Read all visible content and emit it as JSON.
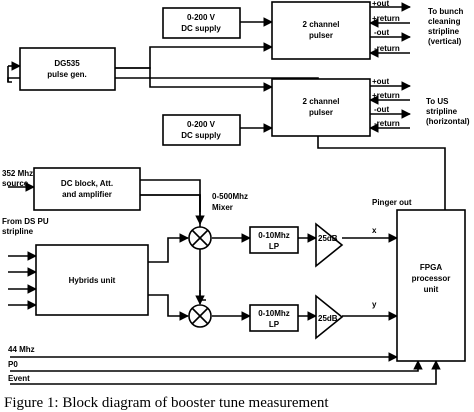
{
  "blocks": {
    "supply_top": [
      "0-200 V",
      "DC supply"
    ],
    "pulser_top": [
      "2 channel",
      "pulser"
    ],
    "pulse_gen": [
      "DG535",
      "pulse gen."
    ],
    "pulser_bottom": [
      "2 channel",
      "pulser"
    ],
    "supply_bottom": [
      "0-200 V",
      "DC supply"
    ],
    "dc_block": [
      "DC block, Att.",
      "and amplifier"
    ],
    "hybrids": "Hybrids unit",
    "lp_top": [
      "0-10Mhz",
      "LP"
    ],
    "lp_bottom": [
      "0-10Mhz",
      "LP"
    ],
    "amp_top": "25dB",
    "amp_bottom": "25dB",
    "fpga": [
      "FPGA",
      "processor",
      "unit"
    ]
  },
  "ports": {
    "top": [
      "+out",
      "+return",
      "-out",
      "-return"
    ],
    "bottom": [
      "+out",
      "+return",
      "-out",
      "-return"
    ]
  },
  "labels": {
    "bunch_cleaning": [
      "To bunch",
      "cleaning",
      "stripline",
      "(vertical)"
    ],
    "us_stripline": [
      "To US",
      "stripline",
      "(horizontal)"
    ],
    "source": [
      "352 Mhz",
      "source"
    ],
    "ds_pu": [
      "From DS PU",
      "stripline"
    ],
    "mixer": [
      "0-500Mhz",
      "Mixer"
    ],
    "pinger_out": "Pinger out",
    "x": "x",
    "y": "y",
    "mhz44": "44 Mhz",
    "p0": "P0",
    "event": "Event"
  },
  "caption": "Figure 1: Block diagram of booster tune measurement"
}
